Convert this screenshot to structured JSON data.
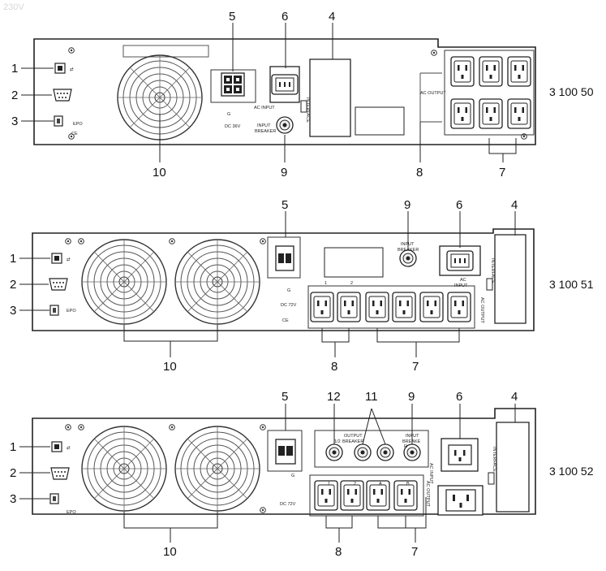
{
  "watermark": "230V",
  "panels": [
    {
      "model": "3 100 50",
      "callouts": [
        "1",
        "2",
        "3",
        "4",
        "5",
        "6",
        "7",
        "8",
        "9",
        "10"
      ],
      "labels": {
        "dc": "DC 36V",
        "acin": "AC INPUT",
        "breaker1": "INPUT",
        "breaker2": "BREAKER",
        "interface": "INTERFACE",
        "acout": "AC OUTPUT",
        "epo": "EPO",
        "ce": "CE",
        "g": "G"
      }
    },
    {
      "model": "3 100 51",
      "callouts": [
        "1",
        "2",
        "3",
        "4",
        "5",
        "6",
        "7",
        "8",
        "9",
        "10"
      ],
      "labels": {
        "dc": "DC 72V",
        "acin1": "AC",
        "acin2": "INPUT",
        "breaker1": "INPUT",
        "breaker2": "BREAKER",
        "interface": "INTERFACE",
        "acout": "AC OUTPUT",
        "epo": "EPO",
        "ce": "CE",
        "g": "G",
        "p1": "1",
        "p2": "2"
      }
    },
    {
      "model": "3 100 52",
      "callouts": [
        "1",
        "2",
        "3",
        "4",
        "5",
        "6",
        "7",
        "8",
        "9",
        "10",
        "11",
        "12"
      ],
      "labels": {
        "dc": "DC 72V",
        "acin": "AC INPUT",
        "ob1": "OUTPUT",
        "ob2": "BREAKER",
        "ib1": "INPUT",
        "ib2": "BREAKE",
        "interface": "INTERFACE",
        "acout": "AC OUTPUT",
        "epo": "EPO",
        "g": "G",
        "o1": "1",
        "o2": "2",
        "oa": "A",
        "ob": "B",
        "bl": "1/2",
        "br": "R"
      }
    }
  ]
}
